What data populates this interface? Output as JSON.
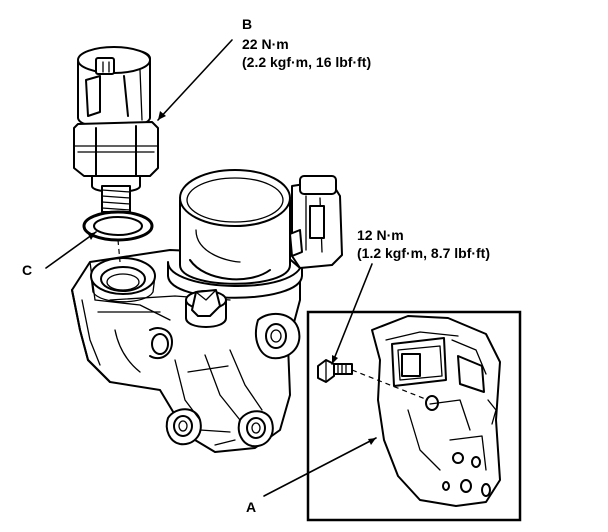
{
  "callouts": {
    "a": {
      "letter": "A"
    },
    "b": {
      "letter": "B",
      "torque": "22 N·m",
      "alt": "(2.2 kgf·m, 16 lbf·ft)"
    },
    "c": {
      "letter": "C"
    },
    "bolt": {
      "torque": "12 N·m",
      "alt": "(1.2 kgf·m, 8.7 lbf·ft)"
    }
  },
  "colors": {
    "ink": "#000000",
    "paper": "#ffffff"
  }
}
